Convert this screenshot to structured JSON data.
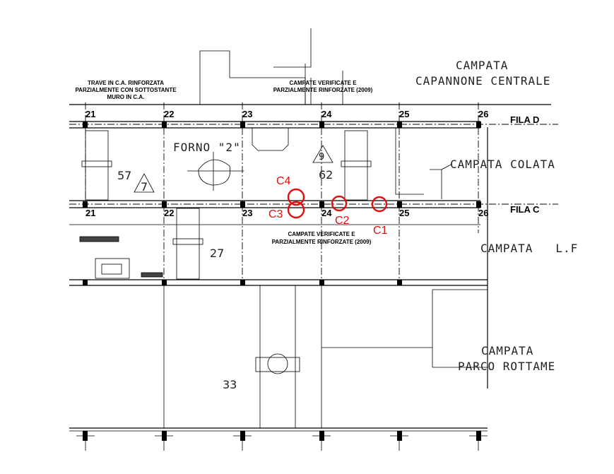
{
  "drawing": {
    "grid_labels": [
      "21",
      "22",
      "23",
      "24",
      "25",
      "26"
    ],
    "fila_d": "FILA D",
    "fila_c": "FILA C",
    "bays": {
      "capannone_line1": "CAMPATA",
      "capannone_line2": "CAPANNONE CENTRALE",
      "colata": "CAMPATA COLATA",
      "lf": "CAMPATA   L.F",
      "parco_line1": "CAMPATA",
      "parco_line2": "PARCO ROTTAME"
    },
    "notes": {
      "trave_line1": "TRAVE IN C.A. RINFORZATA",
      "trave_line2": "PARZIALMENTE CON SOTTOSTANTE",
      "trave_line3": "MURO IN C.A.",
      "top_verif_line1": "CAMPATE VERIFICATE E",
      "top_verif_line2": "PARZIALMENTE RINFORZATE (2009)",
      "bot_verif_line1": "CAMPATE VERIFICATE E",
      "bot_verif_line2": "PARZIALMENTE RINFORZATE (2009)"
    },
    "forno": "FORNO \"2\"",
    "areas": {
      "a57": "57",
      "a62": "62",
      "a27": "27",
      "a33": "33",
      "tri7": "7",
      "tri9": "9"
    },
    "markers": {
      "c1": "C1",
      "c2": "C2",
      "c3": "C3",
      "c4": "C4"
    },
    "marker_color": "#e01010"
  }
}
